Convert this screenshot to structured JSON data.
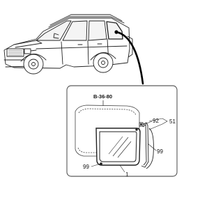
{
  "diagram": {
    "reference_label": "B-36-80",
    "part_numbers": {
      "glass_assembly": "1",
      "molding_upper": "92",
      "bracket_group": "51",
      "seal_right": "99",
      "seal_left": "99"
    }
  }
}
